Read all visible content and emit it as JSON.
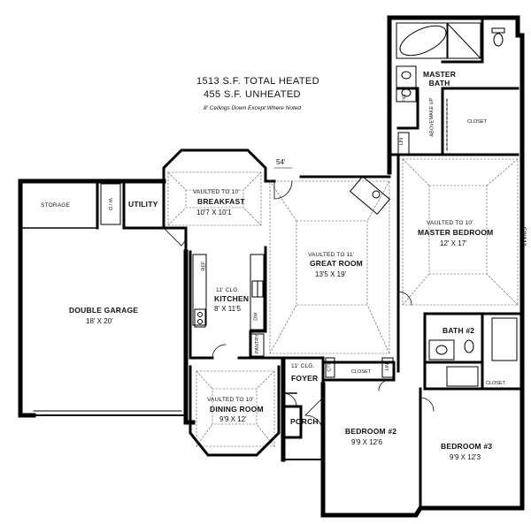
{
  "stats": {
    "heated": "1513 S.F.  TOTAL HEATED",
    "unheated": "455 S.F.  UNHEATED",
    "ceilings": "8' Ceilings Down Except Where Noted"
  },
  "dimensions": {
    "width": "54'",
    "depth": "53'11\""
  },
  "rooms": {
    "master_bath": {
      "name1": "MASTER",
      "name2": "BATH"
    },
    "master_closet": {
      "name": "CLOSET"
    },
    "master_bedroom": {
      "note": "VAULTED TO 10'",
      "name": "MASTER BEDROOM",
      "dim": "12' X 17'"
    },
    "breakfast": {
      "note": "VAULTED TO 10'",
      "name": "BREAKFAST",
      "dim": "10'7 X 10'1"
    },
    "utility": {
      "name": "UTILITY",
      "wd": "W / D"
    },
    "storage": {
      "name": "STORAGE"
    },
    "garage": {
      "name": "DOUBLE GARAGE",
      "dim": "18' X 20'"
    },
    "kitchen": {
      "note": "11' CLG.",
      "name": "KITCHEN",
      "dim": "8' X 11'5",
      "ref": "REF",
      "dw": "DW"
    },
    "great_room": {
      "note": "VAULTED TO 11'",
      "name": "GREAT ROOM",
      "dim": "13'5 X 19'"
    },
    "pantry": {
      "name": "PANTRY"
    },
    "dining": {
      "note": "VAULTED TO 10'",
      "name": "DINING ROOM",
      "dim": "9'9 X 12'"
    },
    "foyer": {
      "note": "11' CLG.",
      "name": "FOYER"
    },
    "porch": {
      "name": "PORCH"
    },
    "bath2": {
      "name": "BATH #2"
    },
    "closet_b2": {
      "name": "CLOSET"
    },
    "closet_b3": {
      "name": "CLOSET"
    },
    "bedroom2": {
      "name": "BEDROOM #2",
      "dim": "9'9 X 12'6"
    },
    "bedroom3": {
      "name": "BEDROOM #3",
      "dim": "9'9 X 12'3"
    }
  },
  "fixtures": {
    "lin1": "LIN",
    "lin2": "LIN",
    "cts": "CTS",
    "fg": "F/G",
    "make_up": "MAKE UP",
    "above": "ABOVE"
  }
}
